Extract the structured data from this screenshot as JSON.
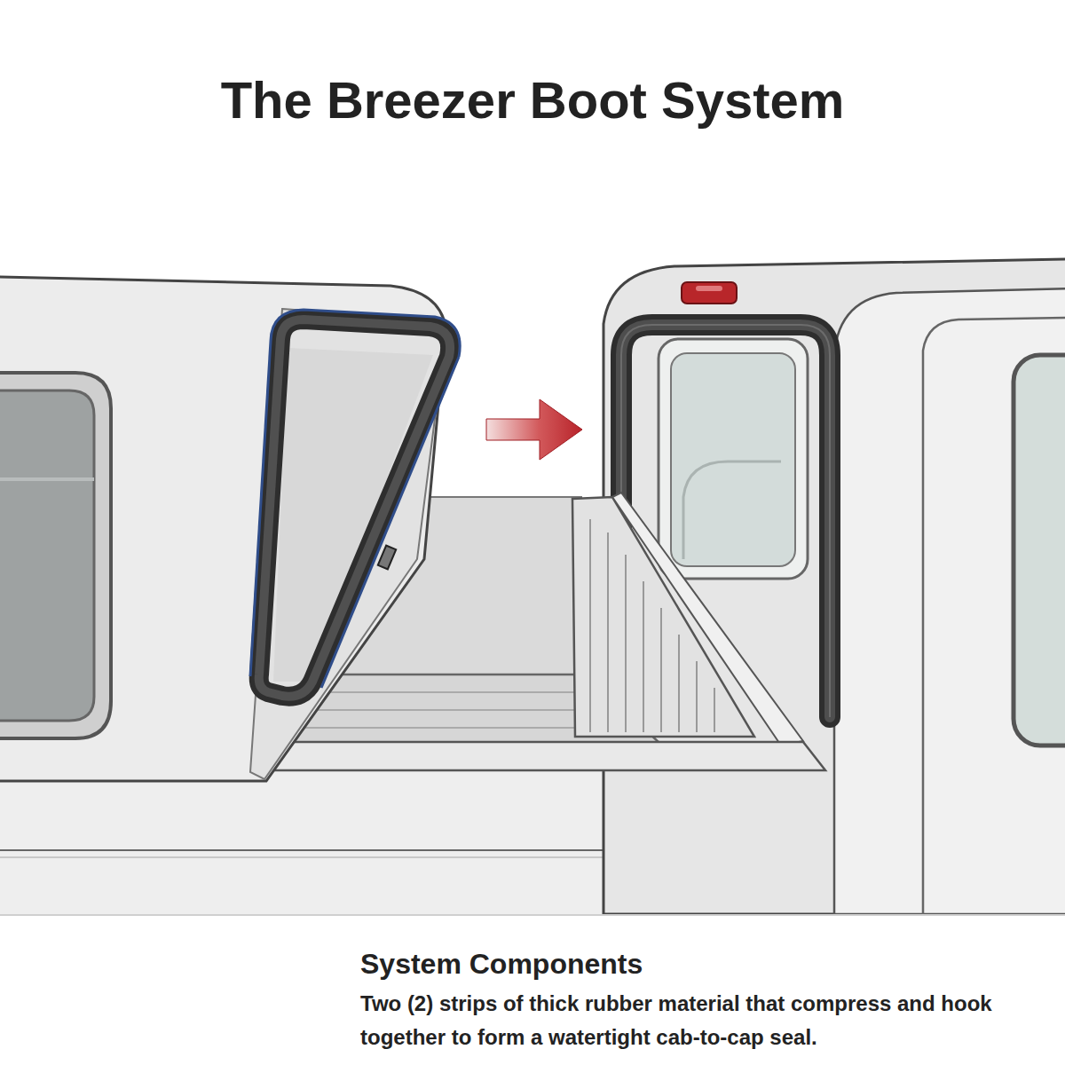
{
  "diagram": {
    "title": "The Breezer Boot System",
    "nodes": [
      {
        "text": [
          "System Components",
          "Two (2) strips of thick rubber material that compress and hook together to form a watertight cab-to-cap seal."
        ]
      }
    ]
  }
}
